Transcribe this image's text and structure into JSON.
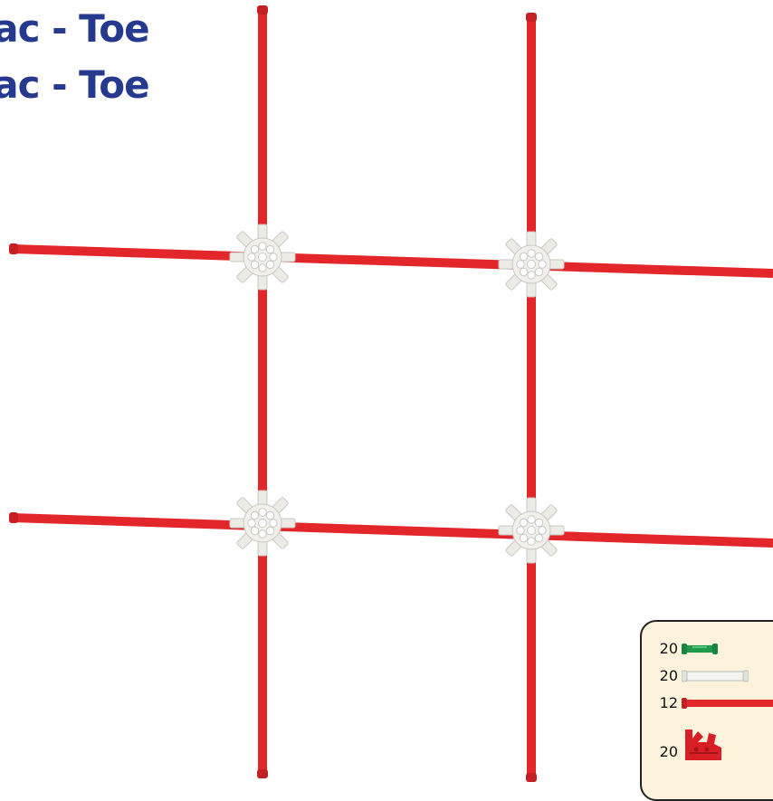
{
  "title": {
    "line1": "Tac - Toe",
    "line2": "Tac - Toe",
    "color": "#253a8e"
  },
  "board": {
    "rod_color": "#e3262a",
    "connector_color": "#e9e8e2",
    "horizontal_rods": 2,
    "vertical_rods": 2,
    "connectors": 4
  },
  "parts_list": {
    "background": "#fdf3dc",
    "items": [
      {
        "count": "20",
        "icon": "green-connector-icon",
        "color": "#1f9a4a"
      },
      {
        "count": "20",
        "icon": "white-rod-icon",
        "color": "#f2f2ee"
      },
      {
        "count": "12",
        "icon": "red-rod-icon",
        "color": "#e3262a"
      },
      {
        "count": "20",
        "icon": "red-connector-icon",
        "color": "#d91f26"
      }
    ]
  }
}
